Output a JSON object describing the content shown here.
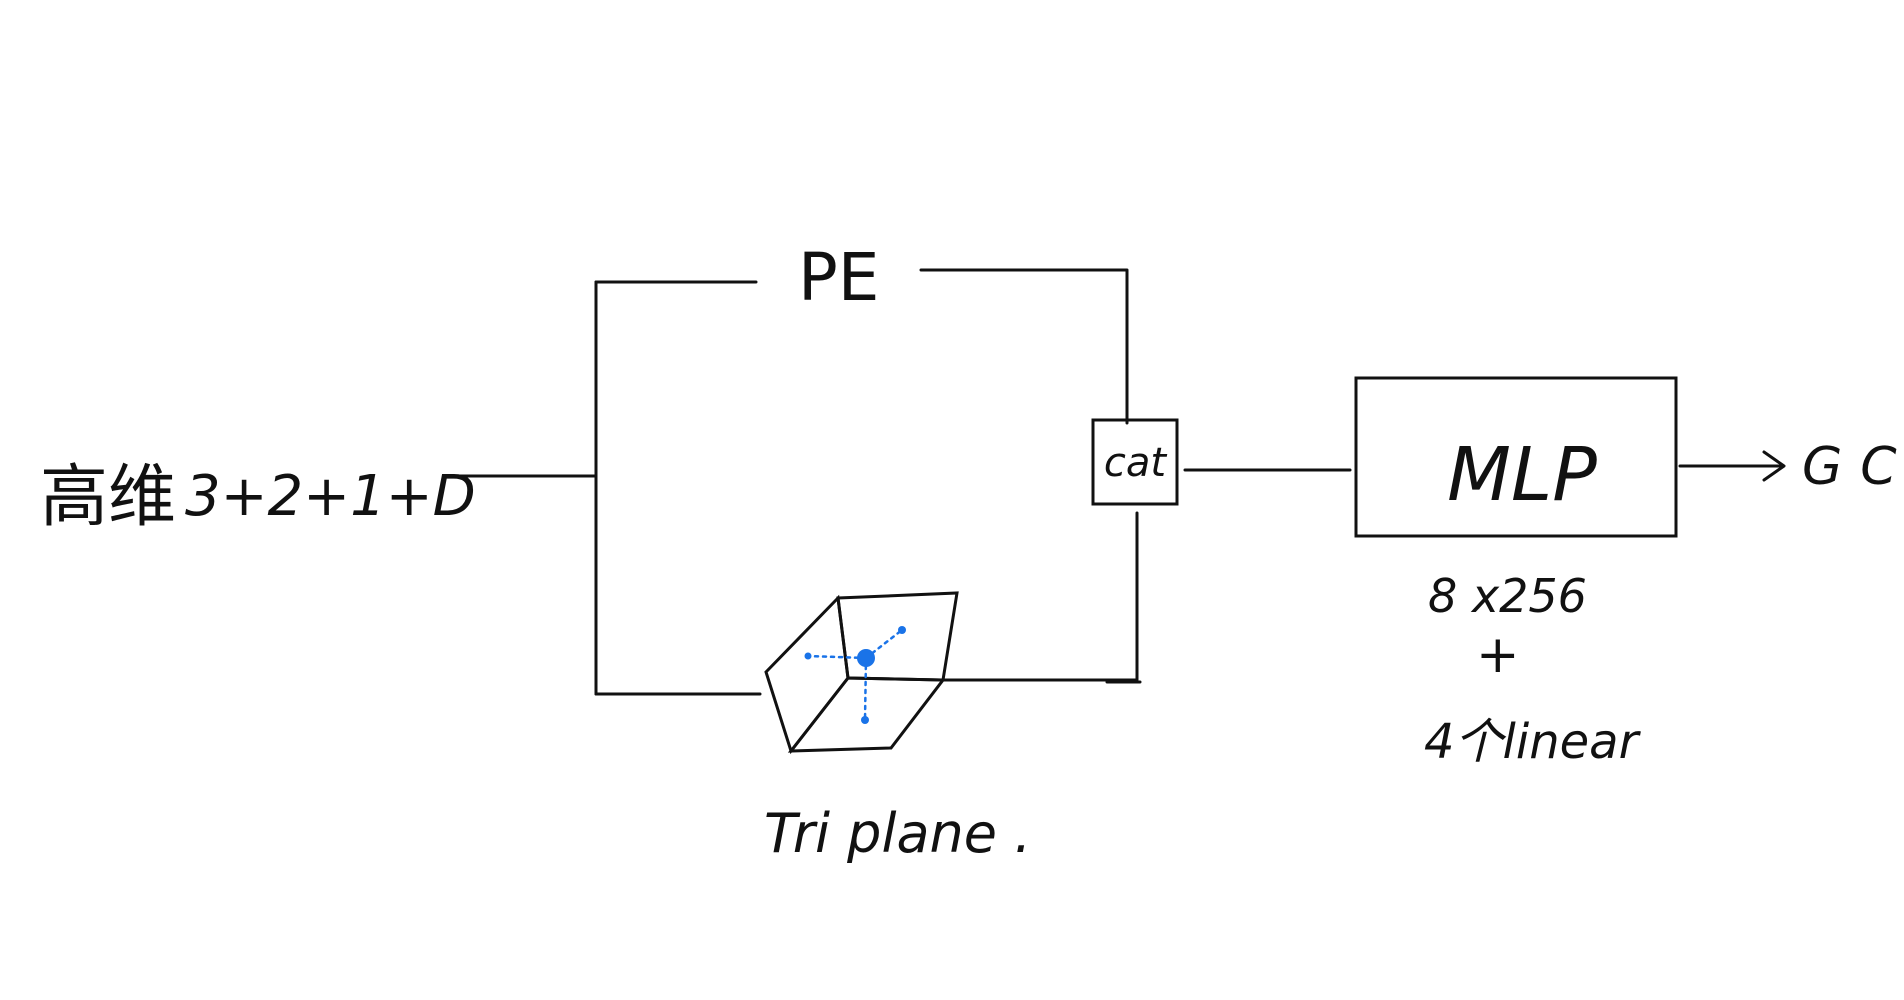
{
  "input": {
    "label_cn": "高维",
    "label_expr": "3+2+1+D"
  },
  "pe": {
    "label": "PE"
  },
  "cat": {
    "label": "cat"
  },
  "mlp": {
    "label": "MLP",
    "note_line1": "8 x256",
    "note_line2": "+",
    "note_line3": "4个linear"
  },
  "triplane": {
    "label": "Tri plane ."
  },
  "output": {
    "label": "GC"
  },
  "colors": {
    "ink": "#111111",
    "accent": "#1a73e8"
  }
}
